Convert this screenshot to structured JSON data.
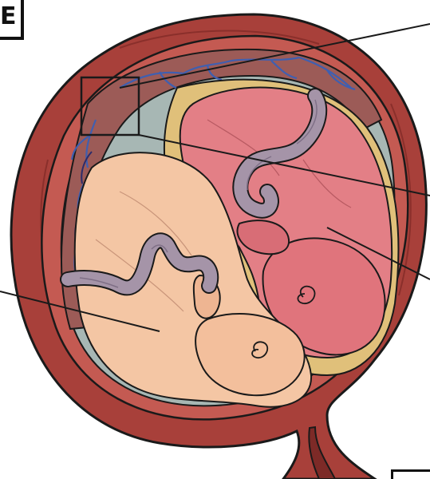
{
  "figure": {
    "panel_letter": "E",
    "callouts": [
      {
        "id": "callout-top-right",
        "text": ""
      },
      {
        "id": "callout-right-upper",
        "text": ""
      },
      {
        "id": "callout-right-lower",
        "text": ""
      },
      {
        "id": "callout-left",
        "text": ""
      }
    ]
  },
  "colors": {
    "uterine_wall": "#a8403a",
    "uterine_wall_dark": "#8a2f2b",
    "uterine_inner": "#c45a52",
    "amniotic_fluid": "#a7b7b4",
    "placenta": "#9c5b57",
    "placenta_vessels": "#3f5fb0",
    "yolk_sac": "#e0c07a",
    "fetus_left": "#f4c6a4",
    "fetus_right": "#e37f86",
    "umbilical_cord": "#a594a8",
    "outline": "#1a1a1a"
  }
}
